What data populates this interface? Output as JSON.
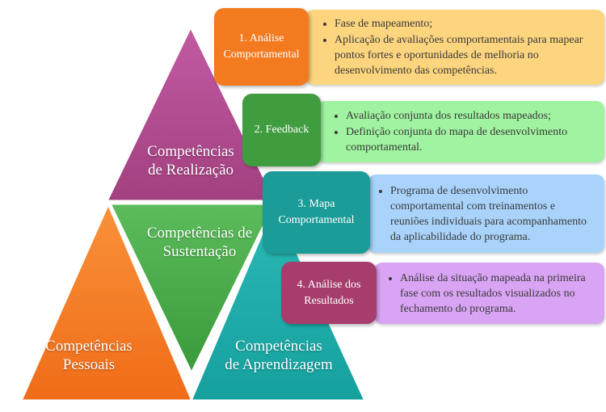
{
  "pyramid": {
    "top": {
      "line1": "Competências",
      "line2": "de Realização",
      "color": "#b04a8f"
    },
    "middle": {
      "line1": "Competências de",
      "line2": "Sustentação",
      "color": "#48a848"
    },
    "left": {
      "line1": "Competências",
      "line2": "Pessoais",
      "color": "#f47b22"
    },
    "right": {
      "line1": "Competências",
      "line2": "de Aprendizagem",
      "color": "#1ea9a6"
    }
  },
  "steps": [
    {
      "label_line1": "1. Análise",
      "label_line2": "Comportamental",
      "label_color": "#f47a20",
      "content_color": "#fcd57e",
      "bullets": [
        "Fase de mapeamento;",
        "Aplicação de avaliações comportamentais para mapear pontos fortes e oportunidades de melhoria no desenvolvimento das competências."
      ]
    },
    {
      "label_line1": "2. Feedback",
      "label_line2": "",
      "label_color": "#3f9c3f",
      "content_color": "#a0f3a0",
      "bullets": [
        "Avaliação conjunta dos resultados mapeados;",
        "Definição conjunta do mapa de desenvolvimento comportamental."
      ]
    },
    {
      "label_line1": "3. Mapa",
      "label_line2": "Comportamental",
      "label_color": "#1c9c98",
      "content_color": "#a9d3fb",
      "bullets": [
        "Programa de desenvolvimento comportamental com treinamentos e reuniões individuais para acompanhamento da aplicabilidade do programa."
      ]
    },
    {
      "label_line1": "4. Análise dos",
      "label_line2": "Resultados",
      "label_color": "#a73d6c",
      "content_color": "#d9a4f3",
      "bullets": [
        "Análise da situação mapeada na primeira fase com os resultados visualizados no fechamento do programa."
      ]
    }
  ]
}
